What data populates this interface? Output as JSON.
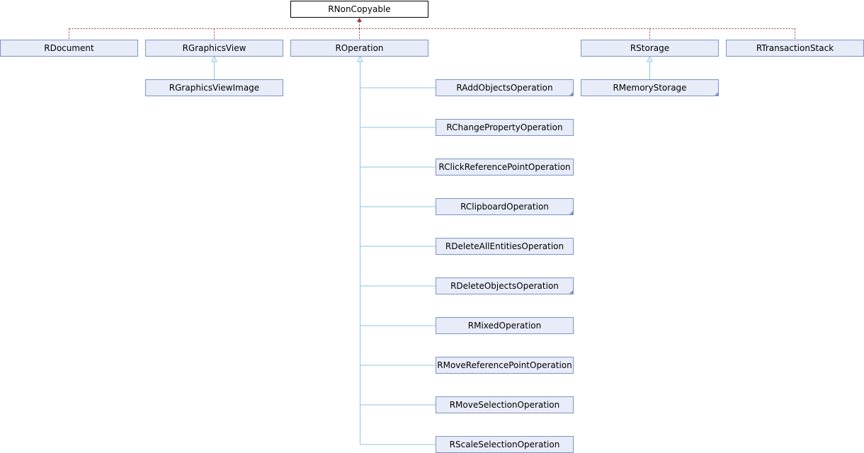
{
  "diagram": {
    "root": {
      "id": "rnoncopyable",
      "label": "RNonCopyable"
    },
    "level1": [
      {
        "id": "rdocument",
        "label": "RDocument",
        "has_more": false
      },
      {
        "id": "rgraphicsview",
        "label": "RGraphicsView",
        "has_more": false
      },
      {
        "id": "roperation",
        "label": "ROperation",
        "has_more": false
      },
      {
        "id": "rstorage",
        "label": "RStorage",
        "has_more": false
      },
      {
        "id": "rtransactionstack",
        "label": "RTransactionStack",
        "has_more": false
      }
    ],
    "children": [
      {
        "id": "rgraphicsviewimage",
        "label": "RGraphicsViewImage",
        "parent": "rgraphicsview",
        "has_more": false
      },
      {
        "id": "rmemorystorage",
        "label": "RMemoryStorage",
        "parent": "rstorage",
        "has_more": true
      }
    ],
    "operations": [
      {
        "id": "raddobjectsoperation",
        "label": "RAddObjectsOperation",
        "has_more": true
      },
      {
        "id": "rchangepropertyoperation",
        "label": "RChangePropertyOperation",
        "has_more": false
      },
      {
        "id": "rclickreferencepointoperation",
        "label": "RClickReferencePointOperation",
        "has_more": false
      },
      {
        "id": "rclipboardoperation",
        "label": "RClipboardOperation",
        "has_more": true
      },
      {
        "id": "rdeleteallentitiesoperation",
        "label": "RDeleteAllEntitiesOperation",
        "has_more": false
      },
      {
        "id": "rdeleteobjectsoperation",
        "label": "RDeleteObjectsOperation",
        "has_more": true
      },
      {
        "id": "rmixedoperation",
        "label": "RMixedOperation",
        "has_more": false
      },
      {
        "id": "rmovereferencepointoperation",
        "label": "RMoveReferencePointOperation",
        "has_more": false
      },
      {
        "id": "rmoveselectionoperation",
        "label": "RMoveSelectionOperation",
        "has_more": false
      },
      {
        "id": "rscaleselectionoperation",
        "label": "RScaleSelectionOperation",
        "has_more": false
      }
    ],
    "colors": {
      "box_fill": "#e8ecf8",
      "box_border": "#7d93c7",
      "private_link": "#9a3b38",
      "public_link": "#8fc4e2"
    }
  }
}
